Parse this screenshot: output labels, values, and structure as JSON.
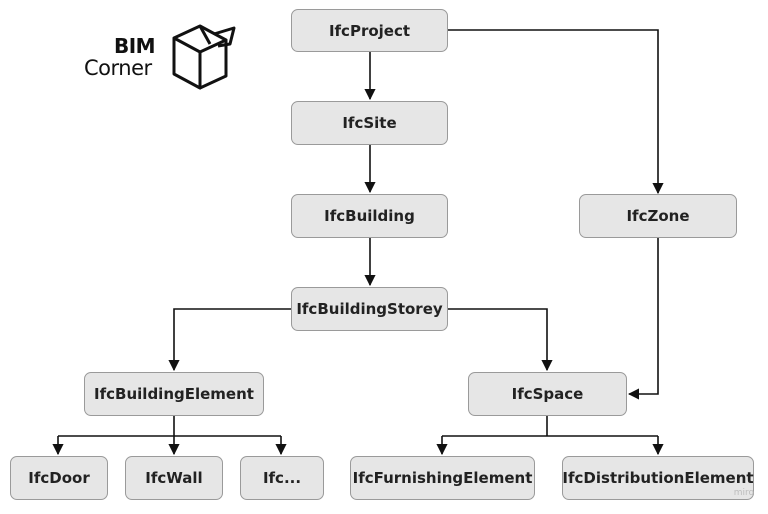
{
  "logo": {
    "line1": "BIM",
    "line2": "Corner"
  },
  "nodes": {
    "project": "IfcProject",
    "site": "IfcSite",
    "building": "IfcBuilding",
    "zone": "IfcZone",
    "storey": "IfcBuildingStorey",
    "element": "IfcBuildingElement",
    "space": "IfcSpace",
    "door": "IfcDoor",
    "wall": "IfcWall",
    "other": "Ifc...",
    "furnishing": "IfcFurnishingElement",
    "distribution": "IfcDistributionElement"
  },
  "watermark": "miro"
}
